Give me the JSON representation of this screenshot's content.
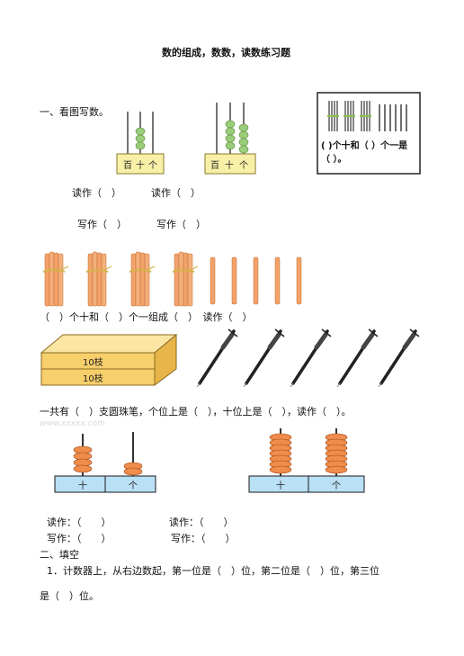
{
  "title": "数的组成，数数，读数练习题",
  "section1": {
    "heading": "一、看图写数。",
    "abacus_labels": [
      "百",
      "十",
      "个"
    ],
    "picture_text": "( )个十和（ ）个一是（ ）。",
    "read_line": [
      "读作（　）",
      "读作（　）"
    ],
    "write_line": [
      "写作（　）",
      "写作（　）"
    ],
    "sticks_question": "（　）个十和（　）个一组成（　）　读作（　）",
    "box_labels": [
      "10枝",
      "10枝"
    ],
    "pens_question": "一共有（　）支圆珠笔，个位上是（　），十位上是（　），读作（　）。",
    "watermark": "www.xxxxx.com",
    "counter_labels": [
      "十",
      "个"
    ],
    "read_write_left": [
      "读作：（　　）",
      "写作：（　　）"
    ],
    "read_write_right": [
      "读作：（　　）",
      "写作：（　　）"
    ]
  },
  "section2": {
    "heading": "二、填空",
    "q1_line1": "1．计数器上，从右边数起，第一位是（　）位，第二位是（　）位，第三位",
    "q1_line2": "是（　）位。"
  },
  "colors": {
    "bead_green": "#9acd7a",
    "counter_orange": "#f08c4c",
    "stick_orange": "#f2a36b",
    "box_yellow": "#f7cf6b",
    "counter_base": "#b9e0f5"
  }
}
